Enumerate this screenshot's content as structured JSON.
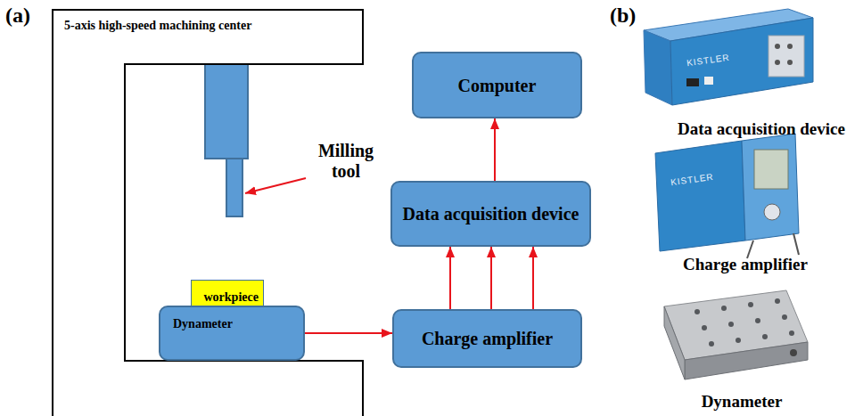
{
  "diagram": {
    "nodes": [
      {
        "text": [
          "5-axis high-speed machining center"
        ]
      },
      {
        "text": [
          "workpiece"
        ],
        "in": 0
      },
      {
        "text": [
          "Dynameter"
        ],
        "in": 0
      },
      {
        "text": [
          "Computer"
        ]
      },
      {
        "text": [
          "Data acquisition device"
        ]
      },
      {
        "text": [
          "Charge amplifier"
        ]
      }
    ],
    "edges": [
      {
        "from": 2,
        "to": 5,
        "arrow": "to"
      },
      {
        "from": 5,
        "to": 4,
        "arrow": "to"
      },
      {
        "from": 5,
        "to": 4,
        "arrow": "to"
      },
      {
        "from": 5,
        "to": 4,
        "arrow": "to"
      },
      {
        "from": 4,
        "to": 3,
        "arrow": "to"
      }
    ],
    "labels": [
      "(a)",
      "Milling tool",
      "(b)",
      "Data acquisition device",
      "Charge amplifier",
      "Dynameter",
      "KISTLER",
      "KISTLER"
    ]
  }
}
